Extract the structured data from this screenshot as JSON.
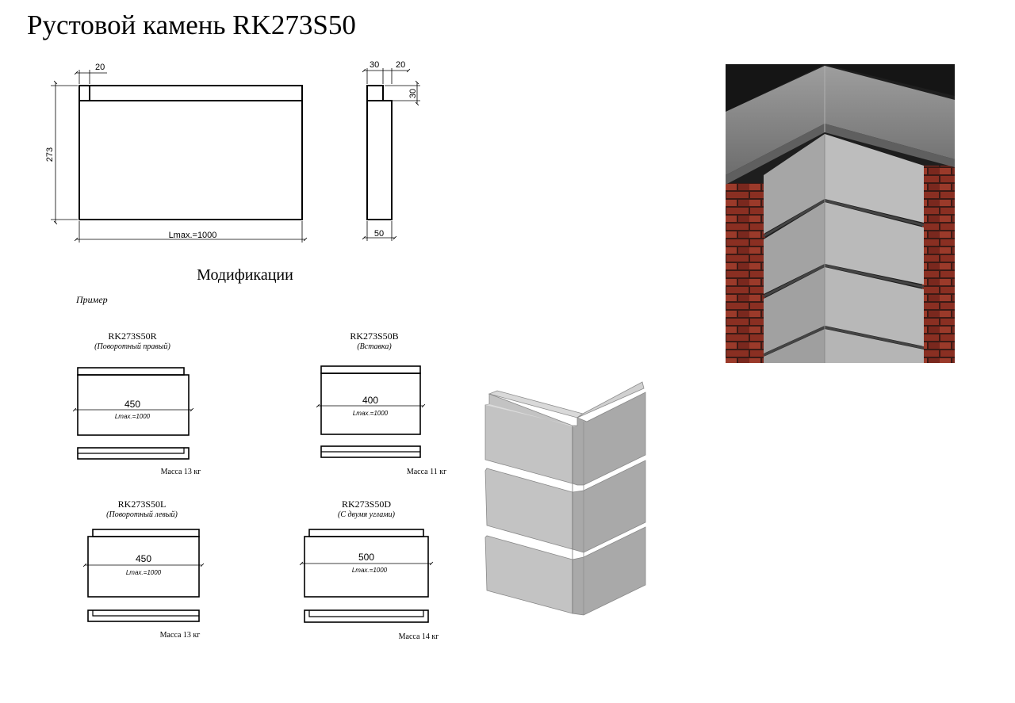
{
  "title": "Рустовой камень RK273S50",
  "section_title": "Модификации",
  "example_label": "Пример",
  "main_drawing": {
    "dim_top": "20",
    "dim_height": "273",
    "dim_length": "Lmax.=1000",
    "side_dim_a": "30",
    "side_dim_b": "20",
    "side_dim_c": "30",
    "side_dim_width": "50"
  },
  "modifications": [
    {
      "code": "RK273S50R",
      "desc": "(Поворотный правый)",
      "dim": "450",
      "lmax": "Lmax.=1000",
      "mass": "Масса 13 кг"
    },
    {
      "code": "RK273S50B",
      "desc": "(Вставка)",
      "dim": "400",
      "lmax": "Lmax.=1000",
      "mass": "Масса 11 кг"
    },
    {
      "code": "RK273S50L",
      "desc": "(Поворотный левый)",
      "dim": "450",
      "lmax": "Lmax.=1000",
      "mass": "Масса 13 кг"
    },
    {
      "code": "RK273S50D",
      "desc": "(С двумя углами)",
      "dim": "500",
      "lmax": "Lmax.=1000",
      "mass": "Масса 14 кг"
    }
  ],
  "colors": {
    "stone": "#bfbfbf",
    "stone_dark": "#9a9a9a",
    "brick": "#8a2f22",
    "roof": "#2a2a2a"
  }
}
